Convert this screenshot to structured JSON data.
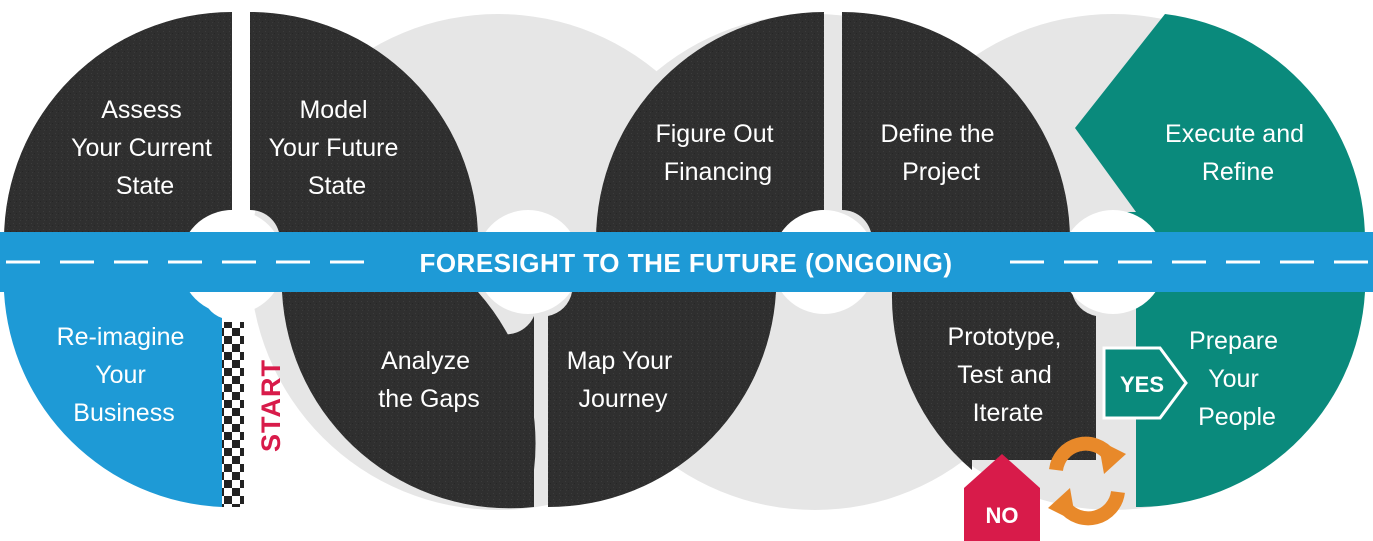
{
  "band": {
    "label": "FORESIGHT TO THE FUTURE (ONGOING)"
  },
  "steps": {
    "assess": [
      "Assess",
      "Your Current",
      "State"
    ],
    "model": [
      "Model",
      "Your Future",
      "State"
    ],
    "financing": [
      "Figure Out",
      "Financing"
    ],
    "define": [
      "Define the",
      "Project"
    ],
    "execute": [
      "Execute and",
      "Refine"
    ],
    "reimagine": [
      "Re-imagine",
      "Your",
      "Business"
    ],
    "gaps": [
      "Analyze",
      "the Gaps"
    ],
    "journey": [
      "Map Your",
      "Journey"
    ],
    "prototype": [
      "Prototype,",
      "Test and",
      "Iterate"
    ],
    "people": [
      "Prepare",
      "Your",
      "People"
    ]
  },
  "markers": {
    "start": "START",
    "yes": "YES",
    "no": "NO"
  },
  "colors": {
    "asphalt": "#2e2e2e",
    "band": "#1e9ad6",
    "blue_segment": "#1e9ad6",
    "teal": "#0a8a7c",
    "ghost": "#e6e6e6",
    "start_red": "#d81b4a",
    "no_red": "#d81b4a",
    "loop_orange": "#e8892a"
  },
  "icons": [
    "checkered-flag-icon",
    "refresh-cycle-icon"
  ]
}
